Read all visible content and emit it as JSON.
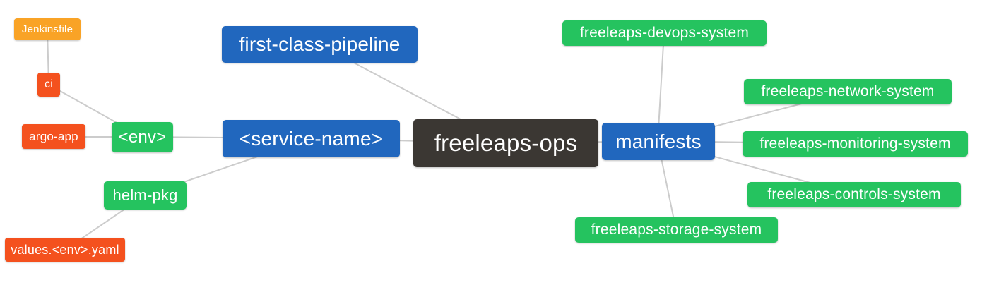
{
  "palette": {
    "root_bg": "#3B3733",
    "level2_blue": "#2167BE",
    "level3_green": "#25C35F",
    "level4_red_orange": "#F4511E",
    "level5_orange": "#F9A326",
    "edge_line": "#CCCCCC",
    "node_text": "#FFFFFF",
    "background": "#FFFFFF"
  },
  "mindmap": {
    "type": "mindmap",
    "nodes": {
      "root": {
        "label": "freeleaps-ops"
      },
      "first_class_pipeline": {
        "label": "first-class-pipeline"
      },
      "service_name": {
        "label": "<service-name>"
      },
      "env": {
        "label": "<env>"
      },
      "ci": {
        "label": "ci"
      },
      "jenkinsfile": {
        "label": "Jenkinsfile"
      },
      "argo_app": {
        "label": "argo-app"
      },
      "helm_pkg": {
        "label": "helm-pkg"
      },
      "values_env_yaml": {
        "label": "values.<env>.yaml"
      },
      "manifests": {
        "label": "manifests"
      },
      "devops_system": {
        "label": "freeleaps-devops-system"
      },
      "network_system": {
        "label": "freeleaps-network-system"
      },
      "monitoring_system": {
        "label": "freeleaps-monitoring-system"
      },
      "controls_system": {
        "label": "freeleaps-controls-system"
      },
      "storage_system": {
        "label": "freeleaps-storage-system"
      }
    },
    "edges": [
      {
        "from": "freeleaps-ops",
        "to": "first-class-pipeline"
      },
      {
        "from": "freeleaps-ops",
        "to": "<service-name>"
      },
      {
        "from": "freeleaps-ops",
        "to": "manifests"
      },
      {
        "from": "<service-name>",
        "to": "<env>"
      },
      {
        "from": "<service-name>",
        "to": "helm-pkg"
      },
      {
        "from": "<env>",
        "to": "ci"
      },
      {
        "from": "<env>",
        "to": "argo-app"
      },
      {
        "from": "ci",
        "to": "Jenkinsfile"
      },
      {
        "from": "helm-pkg",
        "to": "values.<env>.yaml"
      },
      {
        "from": "manifests",
        "to": "freeleaps-devops-system"
      },
      {
        "from": "manifests",
        "to": "freeleaps-network-system"
      },
      {
        "from": "manifests",
        "to": "freeleaps-monitoring-system"
      },
      {
        "from": "manifests",
        "to": "freeleaps-controls-system"
      },
      {
        "from": "manifests",
        "to": "freeleaps-storage-system"
      }
    ]
  }
}
